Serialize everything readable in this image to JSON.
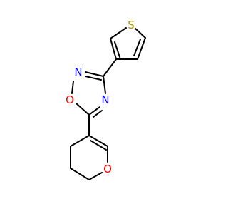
{
  "molecule": {
    "atoms": {
      "sulfur": {
        "symbol": "S",
        "color": "#b29700"
      },
      "ring_nitrogen_top": {
        "symbol": "N",
        "color": "#0000ff"
      },
      "ring_oxygen": {
        "symbol": "O",
        "color": "#ff0000"
      },
      "ring_nitrogen_right": {
        "symbol": "N",
        "color": "#0000ff"
      },
      "pyran_oxygen": {
        "symbol": "O",
        "color": "#ff0000"
      }
    },
    "bond_color": "#000000"
  }
}
